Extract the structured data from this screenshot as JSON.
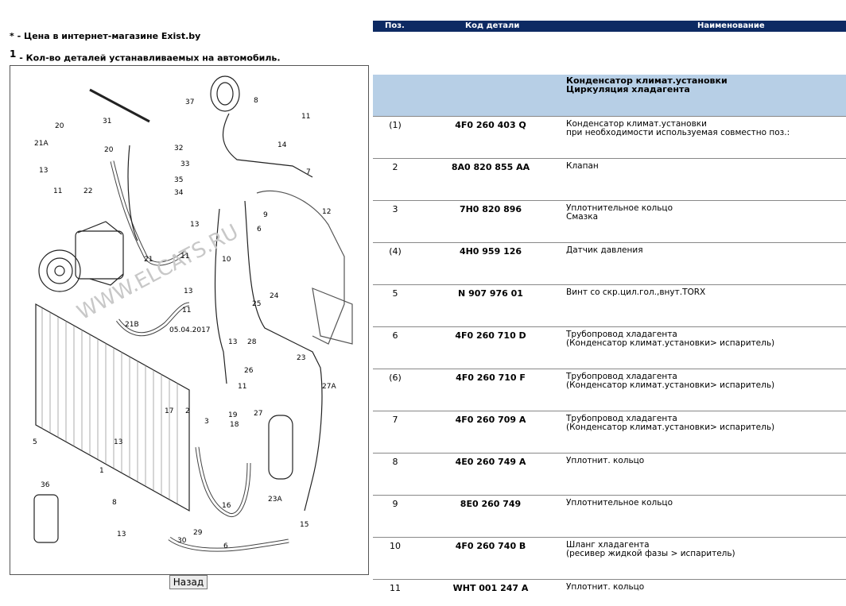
{
  "legend": {
    "star_symbol": "*",
    "star_text": " - Цена в интернет-магазине Exist.by",
    "one_symbol": "1",
    "one_text": " - Кол-во деталей устанавливаемых на автомобиль."
  },
  "diagram": {
    "watermark": "WWW.ELCATS.RU",
    "date_stamp": "05.04.2017",
    "callouts": [
      "31",
      "37",
      "8",
      "11",
      "20",
      "21A",
      "20",
      "13",
      "11",
      "22",
      "14",
      "32",
      "33",
      "7",
      "35",
      "34",
      "12",
      "9",
      "6",
      "13",
      "11",
      "10",
      "21",
      "13",
      "21B",
      "11",
      "25",
      "24",
      "28",
      "26",
      "23",
      "13",
      "11",
      "27A",
      "17",
      "2",
      "3",
      "13",
      "19",
      "27",
      "18",
      "5",
      "1",
      "36",
      "8",
      "16",
      "23A",
      "15",
      "13",
      "29",
      "30",
      "6"
    ]
  },
  "back_button": "Назад",
  "table": {
    "headers": {
      "pos": "Поз.",
      "code": "Код детали",
      "name": "Наименование"
    },
    "group": {
      "line1": "Конденсатор климат.установки",
      "line2": "Циркуляция хладагента"
    },
    "rows": [
      {
        "pos": "(1)",
        "code": "4F0 260 403 Q",
        "name1": "Конденсатор климат.установки",
        "name2": "при необходимости используемая совместно поз.:"
      },
      {
        "pos": "2",
        "code": "8A0 820 855 AA",
        "name1": "Клапан",
        "name2": ""
      },
      {
        "pos": "3",
        "code": "7H0 820 896",
        "name1": "Уплотнительное кольцо",
        "name2": "Смазка"
      },
      {
        "pos": "(4)",
        "code": "4H0 959 126",
        "name1": "Датчик давления",
        "name2": ""
      },
      {
        "pos": "5",
        "code": "N 907 976 01",
        "name1": "Винт со скр.цил.гол.,внут.TORX",
        "name2": ""
      },
      {
        "pos": "6",
        "code": "4F0 260 710 D",
        "name1": "Трубопровод хладагента",
        "name2": "(Конденсатор климат.установки> испаритель)"
      },
      {
        "pos": "(6)",
        "code": "4F0 260 710 F",
        "name1": "Трубопровод хладагента",
        "name2": "(Конденсатор климат.установки> испаритель)"
      },
      {
        "pos": "7",
        "code": "4F0 260 709 A",
        "name1": "Трубопровод хладагента",
        "name2": "(Конденсатор климат.установки> испаритель)"
      },
      {
        "pos": "8",
        "code": "4E0 260 749 A",
        "name1": "Уплотнит. кольцо",
        "name2": ""
      },
      {
        "pos": "9",
        "code": "8E0 260 749",
        "name1": "Уплотнительное кольцо",
        "name2": ""
      },
      {
        "pos": "10",
        "code": "4F0 260 740 B",
        "name1": "Шланг хладагента",
        "name2": "(ресивер жидкой фазы > испаритель)"
      },
      {
        "pos": "11",
        "code": "WHT 001 247 A",
        "name1": "Уплотнит. кольцо",
        "name2": ""
      }
    ]
  }
}
